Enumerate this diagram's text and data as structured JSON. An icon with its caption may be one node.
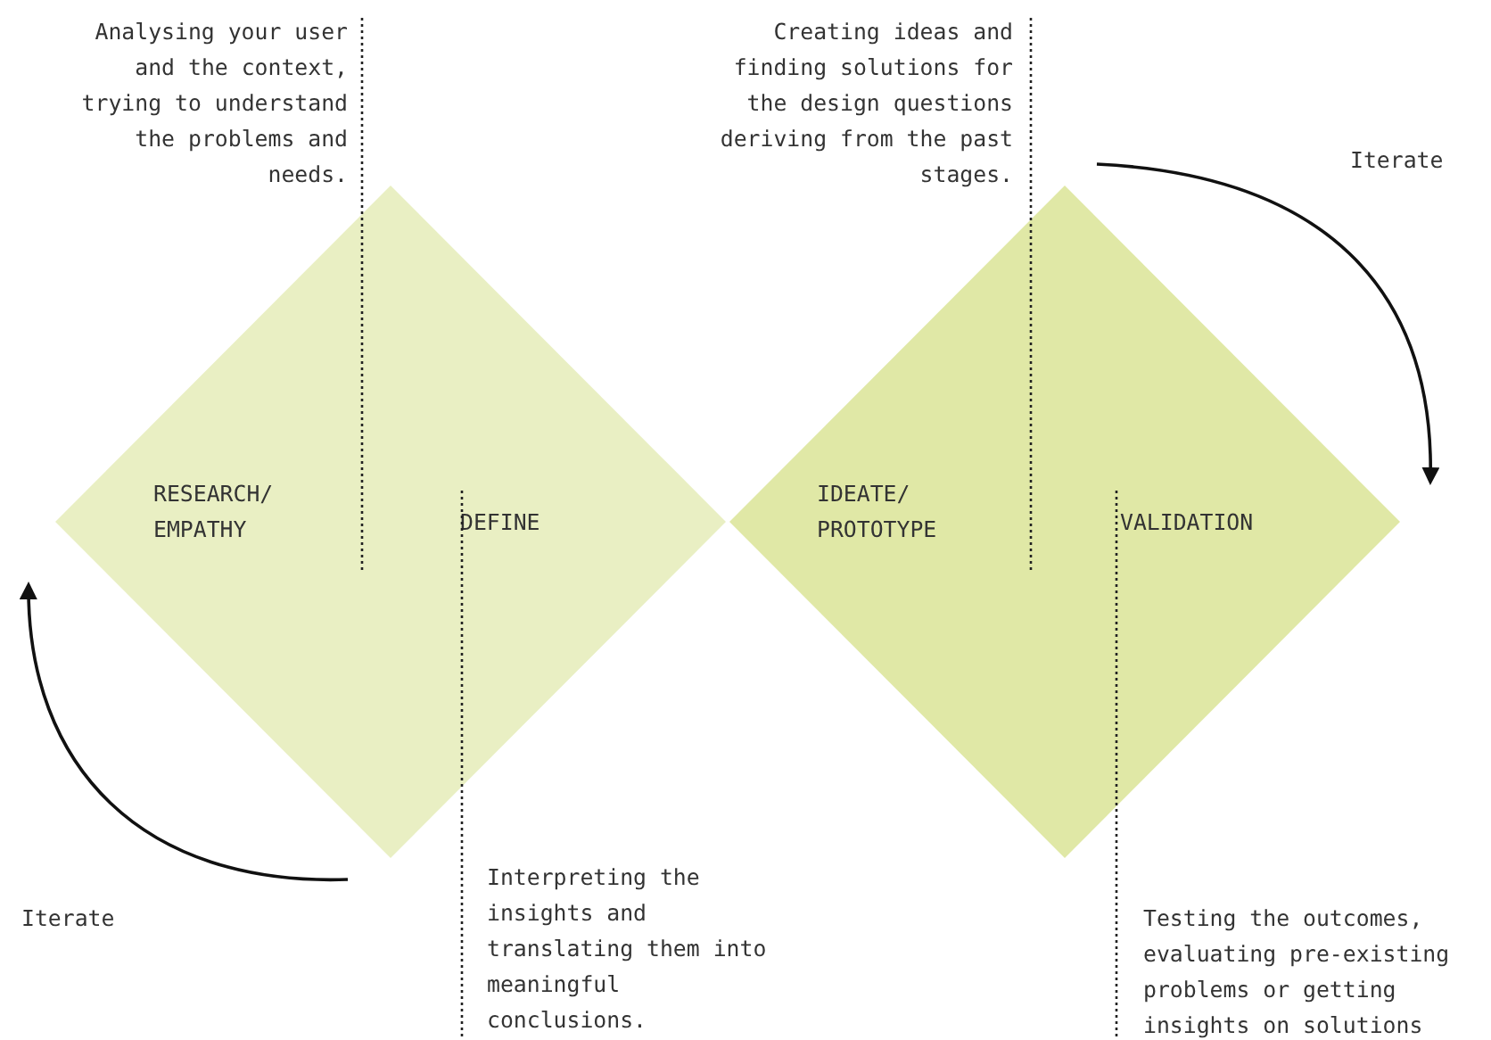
{
  "diagram": {
    "nodes": [
      {
        "text": [
          "RESEARCH/ EMPATHY",
          "DEFINE"
        ]
      },
      {
        "text": [
          "IDEATE/ PROTOTYPE",
          "VALIDATION"
        ]
      }
    ],
    "labels": [
      "Analysing your user and the context, trying to understand the problems and needs.",
      "Creating ideas and finding solutions for the design questions deriving from the past stages.",
      "Iterate",
      "Interpreting the insights and translating them into meaningful conclusions.",
      "Iterate",
      "Testing the outcomes, evaluating pre-existing problems or getting insights on solutions"
    ]
  }
}
